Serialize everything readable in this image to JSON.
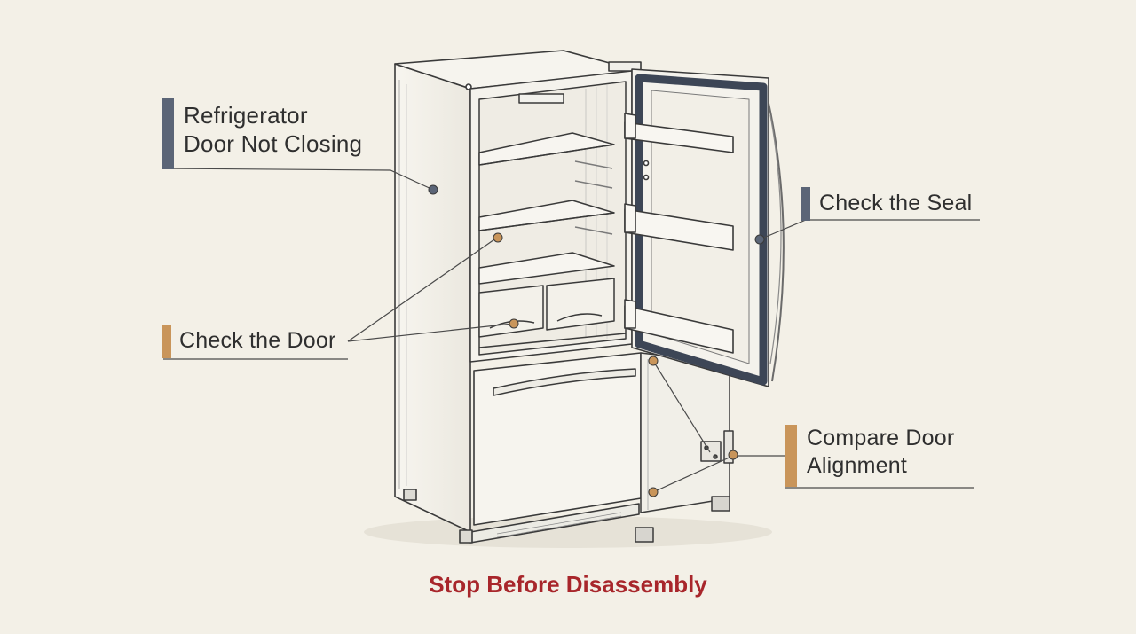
{
  "labels": {
    "title": {
      "line1": "Refrigerator",
      "line2": "Door Not Closing"
    },
    "seal": "Check the Seal",
    "door": "Check the Door",
    "alignment": {
      "line1": "Compare Door",
      "line2": "Alignment"
    }
  },
  "footer": "Stop Before Disassembly",
  "colors": {
    "background": "#f3f0e7",
    "slate_accent": "#5b6577",
    "tan_accent": "#c9955a",
    "warning_red": "#a8262b",
    "ink": "#3a3a3a"
  }
}
